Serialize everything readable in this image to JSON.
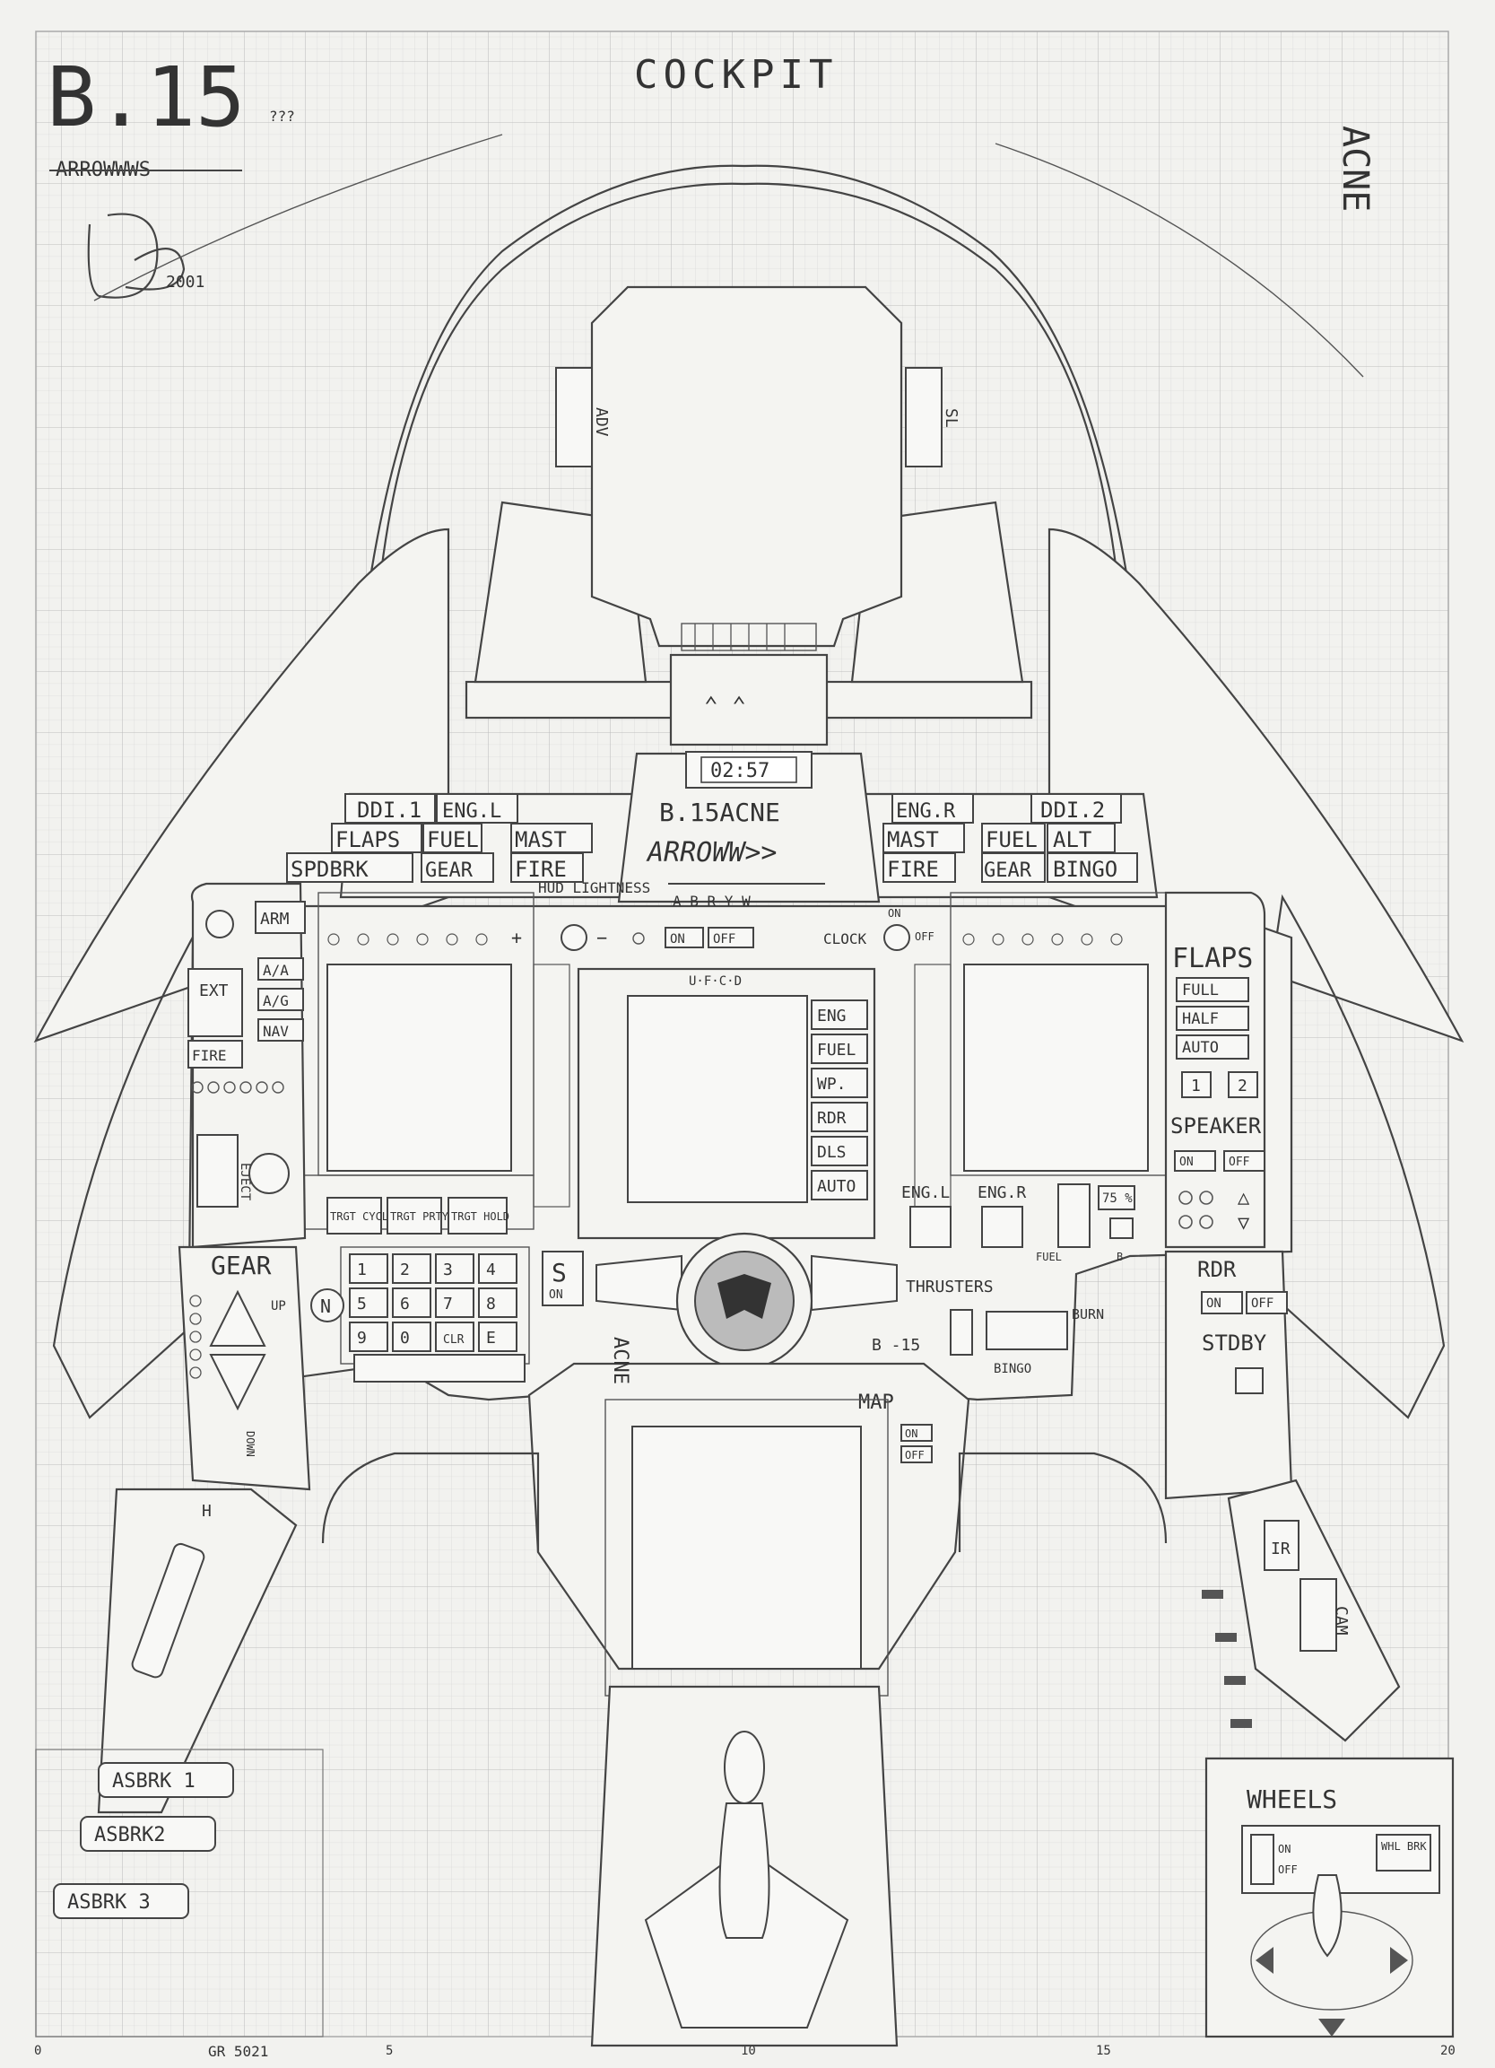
{
  "sheet": {
    "page_code": "B.15",
    "page_mark": "???",
    "title": "COCKPIT",
    "author_strike": "ARROWWWS",
    "signature_year": "2001",
    "brand_logo": "ACNE",
    "footer_code": "GR 5021",
    "ruler_labels": [
      "0",
      "5",
      "10",
      "15",
      "20"
    ]
  },
  "hud": {
    "left_box": "ADV",
    "right_box": "SL",
    "clock": "02:57",
    "mfd_plate": "B.15ACNE",
    "arrow_logo": "ARROWW>>",
    "lightness": "HUD LIGHTNESS",
    "color_keys": "A B R Y W",
    "on": "ON",
    "off": "OFF",
    "clock_label": "CLOCK",
    "knob_on": "ON",
    "knob_off": "OFF"
  },
  "warnings_left": {
    "ddi1": "DDI.1",
    "engl": "ENG.L",
    "flaps": "FLAPS",
    "fuel": "FUEL",
    "mast": "MAST",
    "spdbrk": "SPDBRK",
    "gear": "GEAR",
    "fire": "FIRE"
  },
  "warnings_right": {
    "engr": "ENG.R",
    "ddi2": "DDI.2",
    "mast": "MAST",
    "fuel": "FUEL",
    "alt": "ALT",
    "fire": "FIRE",
    "gear": "GEAR",
    "bingo": "BINGO"
  },
  "left_column": {
    "arm": "ARM",
    "aa": "A/A",
    "ag": "A/G",
    "nav": "NAV",
    "ext": "EXT",
    "fire": "FIRE",
    "eject": "EJECT"
  },
  "ufcd": {
    "label": "U·F·C·D",
    "buttons": [
      "ENG",
      "FUEL",
      "WP.",
      "RDR",
      "DLS",
      "AUTO"
    ]
  },
  "target_buttons": [
    "TRGT CYCLE",
    "TRGT PRTY",
    "TRGT HOLD"
  ],
  "keypad": {
    "keys": [
      "1",
      "2",
      "3",
      "4",
      "5",
      "6",
      "7",
      "8",
      "9",
      "0",
      "CLR",
      "E"
    ],
    "s": "S",
    "s_on": "ON",
    "n": "N"
  },
  "gear": {
    "label": "GEAR",
    "up": "UP",
    "down": "DOWN",
    "handle": "H"
  },
  "right_column": {
    "flaps": "FLAPS",
    "full": "FULL",
    "half": "HALF",
    "auto": "AUTO",
    "one": "1",
    "two": "2",
    "speaker": "SPEAKER",
    "on": "ON",
    "off": "OFF",
    "rdr": "RDR",
    "rdr_on": "ON",
    "rdr_off": "OFF",
    "stdby": "STDBY"
  },
  "engine": {
    "engl": "ENG.L",
    "engr": "ENG.R",
    "fuel": "FUEL",
    "pct": "75 %",
    "b": "B",
    "thrusters": "THRUSTERS",
    "burn": "BURN",
    "bingo": "BINGO"
  },
  "center": {
    "logo_v": "ACNE",
    "b15": "B -15",
    "map": "MAP",
    "map_on": "ON",
    "map_off": "OFF"
  },
  "right_lower": {
    "ir": "IR",
    "cam": "CAM",
    "wheels": "WHEELS",
    "on": "ON",
    "off": "OFF",
    "whl": "WHL BRK"
  },
  "airbrakes": [
    "ASBRK 1",
    "ASBRK2",
    "ASBRK 3"
  ]
}
